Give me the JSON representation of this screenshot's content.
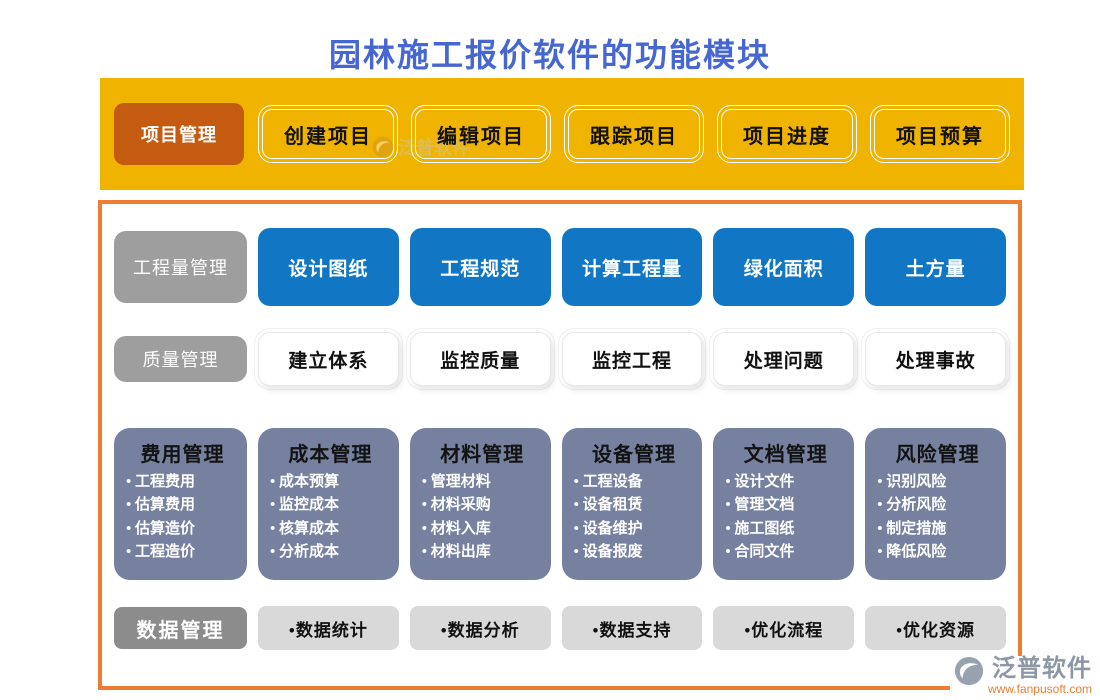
{
  "title": "园林施工报价软件的功能模块",
  "banner": {
    "label": "项目管理",
    "items": [
      "创建项目",
      "编辑项目",
      "跟踪项目",
      "项目进度",
      "项目预算"
    ]
  },
  "rows": {
    "quantity": {
      "label": "工程量管理",
      "items": [
        "设计图纸",
        "工程规范",
        "计算工程量",
        "绿化面积",
        "土方量"
      ]
    },
    "quality": {
      "label": "质量管理",
      "items": [
        "建立体系",
        "监控质量",
        "监控工程",
        "处理问题",
        "处理事故"
      ]
    },
    "data": {
      "label": "数据管理",
      "items": [
        "•数据统计",
        "•数据分析",
        "•数据支持",
        "•优化流程",
        "•优化资源"
      ]
    }
  },
  "cards": [
    {
      "title": "费用管理",
      "items": [
        "• 工程费用",
        "• 估算费用",
        "• 估算造价",
        "• 工程造价"
      ]
    },
    {
      "title": "成本管理",
      "items": [
        "• 成本预算",
        "• 监控成本",
        "• 核算成本",
        "• 分析成本"
      ]
    },
    {
      "title": "材料管理",
      "items": [
        "• 管理材料",
        "• 材料采购",
        "• 材料入库",
        "• 材料出库"
      ]
    },
    {
      "title": "设备管理",
      "items": [
        "• 工程设备",
        "• 设备租赁",
        "• 设备维护",
        "• 设备报废"
      ]
    },
    {
      "title": "文档管理",
      "items": [
        "• 设计文件",
        "• 管理文档",
        "• 施工图纸",
        "• 合同文件"
      ]
    },
    {
      "title": "风险管理",
      "items": [
        "• 识别风险",
        "• 分析风险",
        "• 制定措施",
        "• 降低风险"
      ]
    }
  ],
  "watermark": {
    "text": "泛普软件"
  },
  "logo": {
    "name": "泛普软件",
    "url": "www.fanpusoft.com"
  },
  "colors": {
    "title_blue": "#4667D2",
    "banner_yellow": "#F0B400",
    "banner_label_orange": "#C55A11",
    "panel_border_orange": "#ED7D31",
    "module_blue": "#1176C4",
    "row_label_gray": "#9E9E9E",
    "card_blue_gray": "#76819F",
    "data_label_gray": "#8C8C8C",
    "data_button_gray": "#D9D9D9",
    "logo_gray": "#8D97A5",
    "logo_url_orange": "#ED7D31"
  }
}
